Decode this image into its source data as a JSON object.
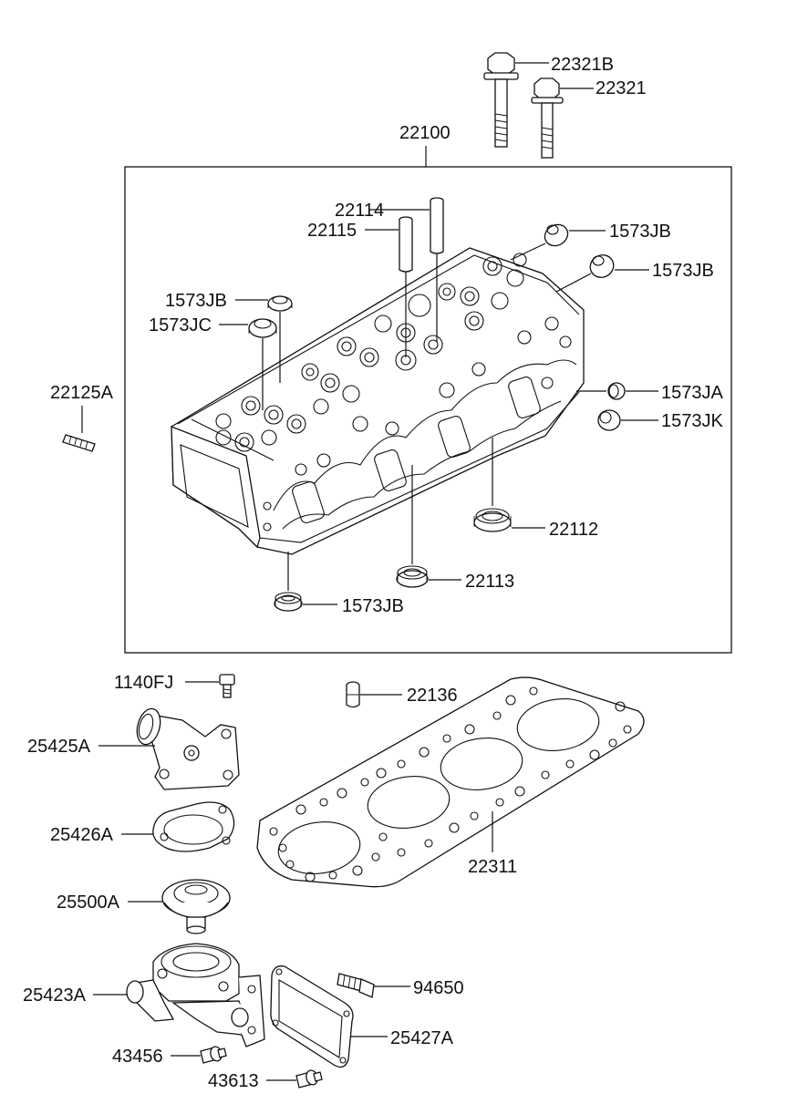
{
  "labels": {
    "p22321B": "22321B",
    "p22321": "22321",
    "p22100": "22100",
    "p22114": "22114",
    "p22115": "22115",
    "p1573JB_a": "1573JB",
    "p1573JB_b": "1573JB",
    "p1573JB_c": "1573JB",
    "p1573JC": "1573JC",
    "p22125A": "22125A",
    "p1573JA": "1573JA",
    "p1573JK": "1573JK",
    "p22112": "22112",
    "p22113": "22113",
    "p1573JB_d": "1573JB",
    "p1140FJ": "1140FJ",
    "p22136": "22136",
    "p25425A": "25425A",
    "p25426A": "25426A",
    "p22311": "22311",
    "p25500A": "25500A",
    "p94650": "94650",
    "p25423A": "25423A",
    "p25427A": "25427A",
    "p43456": "43456",
    "p43613": "43613"
  }
}
